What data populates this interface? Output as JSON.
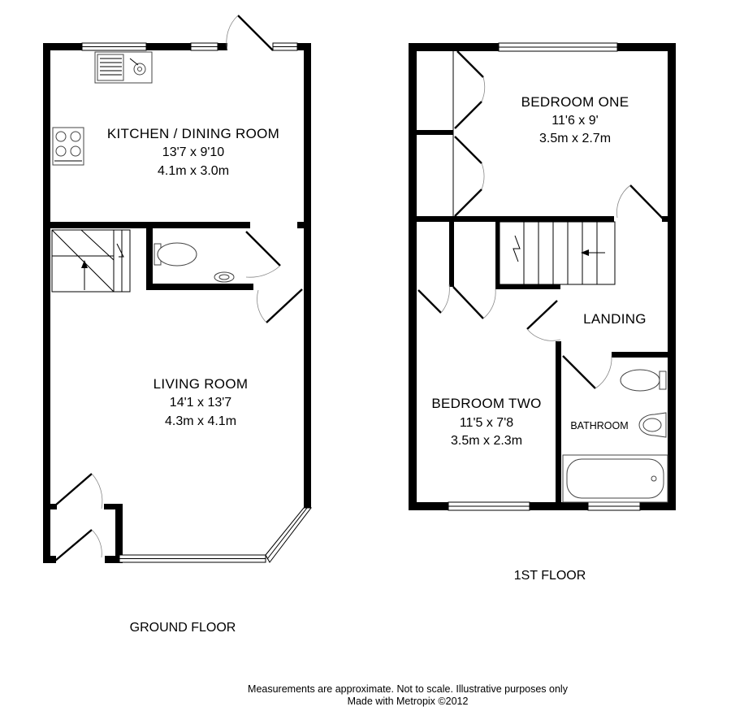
{
  "ground_floor": {
    "label": "GROUND FLOOR",
    "rooms": {
      "kitchen": {
        "name": "KITCHEN / DINING ROOM",
        "imperial": "13'7 x 9'10",
        "metric": "4.1m x 3.0m"
      },
      "living": {
        "name": "LIVING ROOM",
        "imperial": "14'1 x 13'7",
        "metric": "4.3m x 4.1m"
      }
    }
  },
  "first_floor": {
    "label": "1ST FLOOR",
    "rooms": {
      "bedroom_one": {
        "name": "BEDROOM ONE",
        "imperial": "11'6 x 9'",
        "metric": "3.5m x 2.7m"
      },
      "bedroom_two": {
        "name": "BEDROOM TWO",
        "imperial": "11'5 x 7'8",
        "metric": "3.5m x 2.3m"
      },
      "landing": {
        "name": "LANDING"
      },
      "bathroom": {
        "name": "BATHROOM"
      }
    }
  },
  "footer": {
    "disclaimer": "Measurements are approximate.  Not to scale.  Illustrative purposes only",
    "credit": "Made with Metropix ©2012"
  }
}
